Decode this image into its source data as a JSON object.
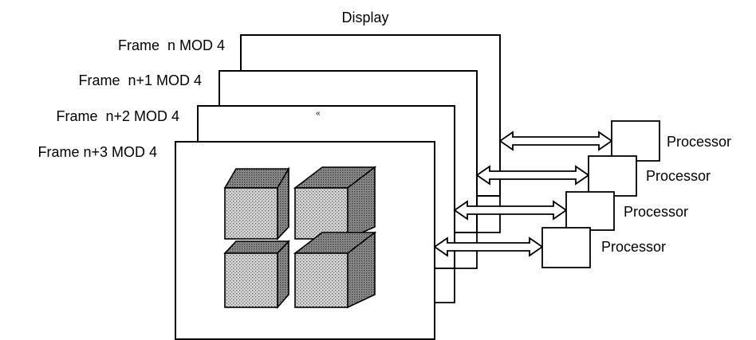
{
  "display_label": "Display",
  "frames": [
    {
      "label": "Frame  n MOD 4"
    },
    {
      "label": "Frame  n+1 MOD 4"
    },
    {
      "label": "Frame  n+2 MOD 4"
    },
    {
      "label": "Frame n+3 MOD 4"
    }
  ],
  "processors": [
    {
      "label": "Processor"
    },
    {
      "label": "Processor"
    },
    {
      "label": "Processor"
    },
    {
      "label": "Processor"
    }
  ],
  "stray_mark": "«"
}
